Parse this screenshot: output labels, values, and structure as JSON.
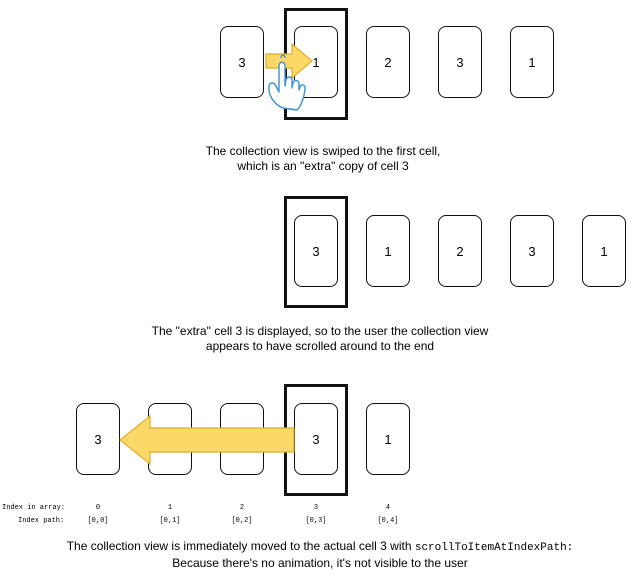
{
  "step1": {
    "cards": [
      "3",
      "1",
      "2",
      "3",
      "1"
    ],
    "caption_line1": "The collection view is swiped to the first cell,",
    "caption_line2": "which is an \"extra\" copy of cell 3"
  },
  "step2": {
    "cards": [
      "3",
      "1",
      "2",
      "3",
      "1"
    ],
    "caption_line1": "The \"extra\" cell 3 is displayed, so to the user the collection view",
    "caption_line2": "appears to have scrolled around to the end"
  },
  "step3": {
    "cards": [
      "3",
      "",
      "",
      "3",
      "1"
    ],
    "index_in_array_label": "Index in array:",
    "index_path_label": "Index path:",
    "index_in_array": [
      "0",
      "1",
      "2",
      "3",
      "4"
    ],
    "index_path": [
      "[0,0]",
      "[0,1]",
      "[0,2]",
      "[0,3]",
      "[0,4]"
    ],
    "caption_line1_prefix": "The collection view is immediately moved to the actual cell 3 with ",
    "caption_line1_code": "scrollToItemAtIndexPath:",
    "caption_line2": "Because there's no animation, it's not visible to the user"
  },
  "colors": {
    "arrow_fill": "#fbd968",
    "arrow_stroke": "#e0ad2a",
    "hand_stroke": "#3a8fd6"
  }
}
